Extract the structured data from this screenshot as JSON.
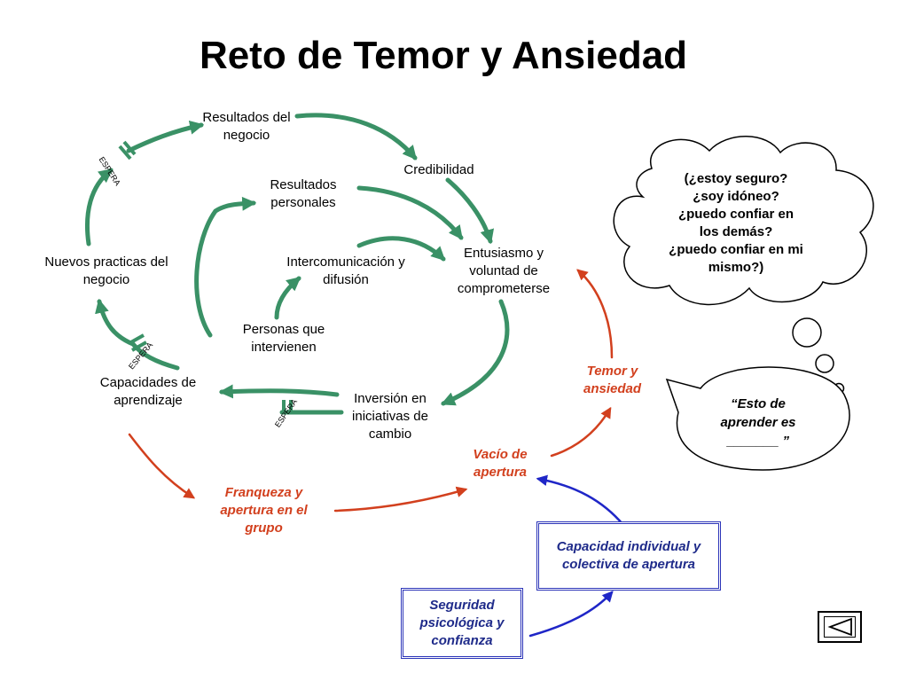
{
  "title": "Reto de Temor y Ansiedad",
  "nodes": {
    "resultados_negocio": "Resultados del negocio",
    "credibilidad": "Credibilidad",
    "resultados_personales": "Resultados personales",
    "entusiasmo": "Entusiasmo y voluntad de comprometerse",
    "intercomunicacion": "Intercomunicación y difusión",
    "nuevas_practicas": "Nuevos practicas del negocio",
    "personas": "Personas que intervienen",
    "capacidades": "Capacidades de aprendizaje",
    "inversion": "Inversión en iniciativas de cambio",
    "temor": "Temor y ansiedad",
    "vacio": "Vacío de apertura",
    "franqueza": "Franqueza y apertura en el grupo",
    "capacidad_individual": "Capacidad individual y colectiva de apertura",
    "seguridad": "Seguridad psicológica y confianza"
  },
  "delay_label": "ESPERA",
  "thought_cloud": {
    "line1": "(¿estoy seguro?",
    "line2": "¿soy idóneo?",
    "line3": "¿puedo confiar en",
    "line4": "los demás?",
    "line5": "¿puedo confiar en mi",
    "line6": "mismo?)"
  },
  "speech_bubble": {
    "line1": "“Esto  de",
    "line2": "aprender  es",
    "line3": "_______ ”"
  },
  "colors": {
    "green_arrow": "#3a9166",
    "red_arrow": "#d2401e",
    "blue_arrow": "#1f26c7",
    "box_border": "#2b34b8"
  },
  "icons": {
    "back_button": "back-arrow-icon"
  }
}
